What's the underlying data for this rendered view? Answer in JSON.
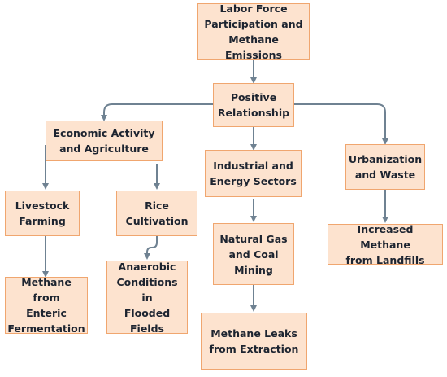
{
  "colors": {
    "node_fill": "#fde3cf",
    "node_border": "#f0a66f",
    "arrow": "#6f8292",
    "text": "#1d2430"
  },
  "nodes": {
    "root": "Labor Force\nParticipation and\nMethane Emissions",
    "relationship": "Positive\nRelationship",
    "economic": "Economic Activity\nand Agriculture",
    "industrial": "Industrial and\nEnergy Sectors",
    "urbanization": "Urbanization\nand Waste",
    "livestock": "Livestock\nFarming",
    "rice": "Rice\nCultivation",
    "natural_gas": "Natural Gas\nand Coal\nMining",
    "landfills": "Increased Methane\nfrom Landfills",
    "enteric": "Methane from\nEnteric\nFermentation",
    "anaerobic": "Anaerobic\nConditions in\nFlooded\nFields",
    "leaks": "Methane Leaks\nfrom Extraction"
  }
}
